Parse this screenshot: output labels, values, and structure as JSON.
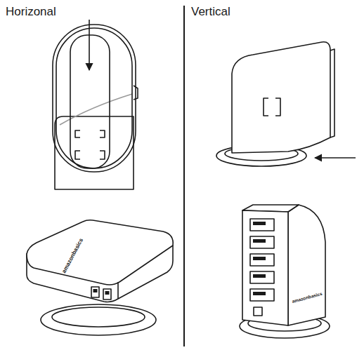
{
  "diagram": {
    "labels": [
      "Horizonal",
      "Vertical",
      "amazonbasics",
      "amazonbasics"
    ]
  }
}
